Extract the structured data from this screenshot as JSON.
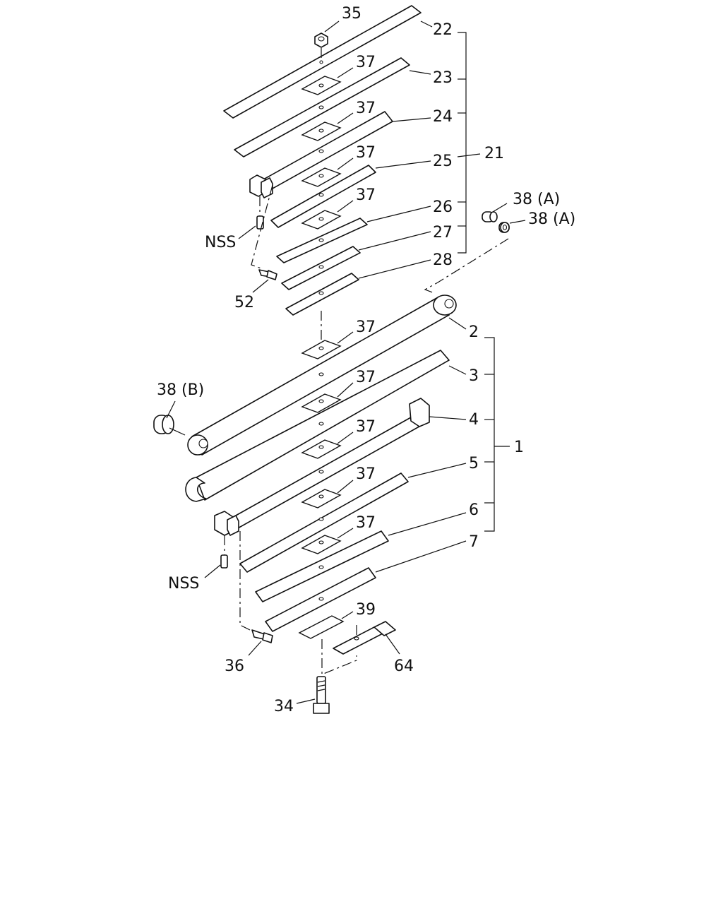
{
  "diagram": {
    "callouts": {
      "c35": "35",
      "c22": "22",
      "c37a": "37",
      "c23": "23",
      "c37b": "37",
      "c24": "24",
      "c37c": "37",
      "c25": "25",
      "c21": "21",
      "c37d": "37",
      "c26": "26",
      "c38a1": "38 (A)",
      "c38a2": "38 (A)",
      "cnss1": "NSS",
      "c27": "27",
      "c28": "28",
      "c52": "52",
      "c37e": "37",
      "c2": "2",
      "c37f": "37",
      "c3": "3",
      "c38b": "38 (B)",
      "c37g": "37",
      "c4": "4",
      "c1": "1",
      "c5": "5",
      "c37h": "37",
      "c6": "6",
      "c37i": "37",
      "c7": "7",
      "cnss2": "NSS",
      "c39": "39",
      "c36": "36",
      "c64": "64",
      "c34": "34"
    }
  }
}
